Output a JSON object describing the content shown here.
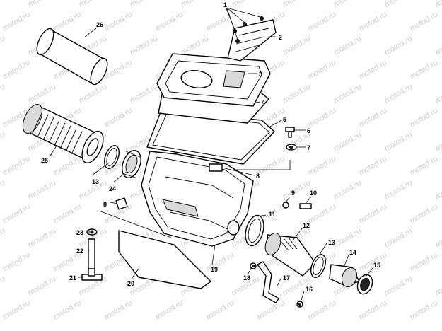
{
  "watermark": "motod.ru",
  "callouts": [
    "1",
    "2",
    "3",
    "4",
    "5",
    "6",
    "7",
    "8",
    "9",
    "10",
    "11",
    "12",
    "13",
    "14",
    "15",
    "16",
    "17",
    "18",
    "19",
    "20",
    "21",
    "22",
    "23",
    "24",
    "25",
    "26",
    "8",
    "13"
  ]
}
